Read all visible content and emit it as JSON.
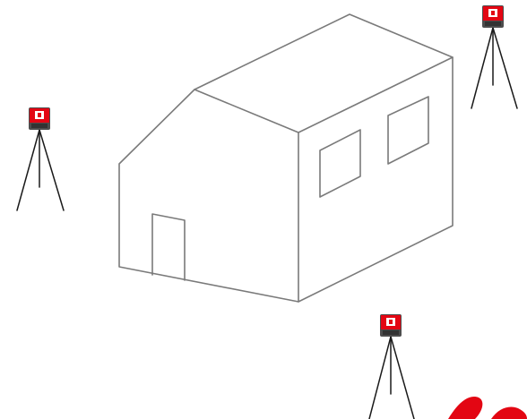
{
  "scene": {
    "background": "#ffffff",
    "house_stroke": "#7a7a7a",
    "instrument_body": "#4d4d4d",
    "instrument_accent": "#e30613",
    "tripod_color": "#1a1a1a",
    "logo_color": "#e30613",
    "logo_glyph": "ℓ"
  },
  "icons": [
    "total-station-icon",
    "tripod-icon",
    "house-illustration",
    "brand-logo"
  ]
}
